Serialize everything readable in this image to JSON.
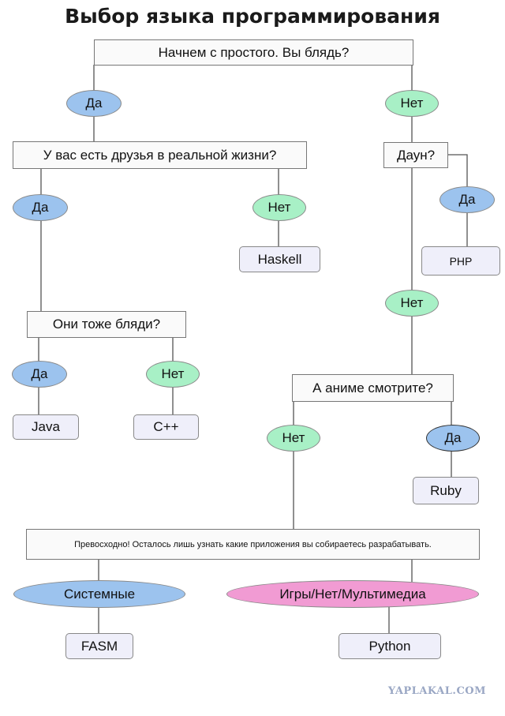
{
  "title": "Выбор языка программирования",
  "questions": {
    "start": "Начнем с простого. Вы блядь?",
    "friends": "У вас есть друзья в реальной жизни?",
    "down": "Даун?",
    "whores": "Они тоже бляди?",
    "anime": "А аниме смотрите?",
    "final": "Превосходно! Осталось лишь узнать какие приложения вы собираетесь разрабатывать."
  },
  "answers": {
    "yes": "Да",
    "no": "Нет",
    "systems": "Системные",
    "games": "Игры/Нет/Мультимедиа"
  },
  "results": {
    "haskell": "Haskell",
    "php": "PHP",
    "java": "Java",
    "cpp": "C++",
    "ruby": "Ruby",
    "fasm": "FASM",
    "python": "Python"
  },
  "colors": {
    "yes_fill": "#9cc3ee",
    "no_fill": "#a8f0c6",
    "pink_fill": "#f19bd3",
    "result_fill": "#efeffa"
  },
  "watermark": "YAPLAKAL.COM"
}
